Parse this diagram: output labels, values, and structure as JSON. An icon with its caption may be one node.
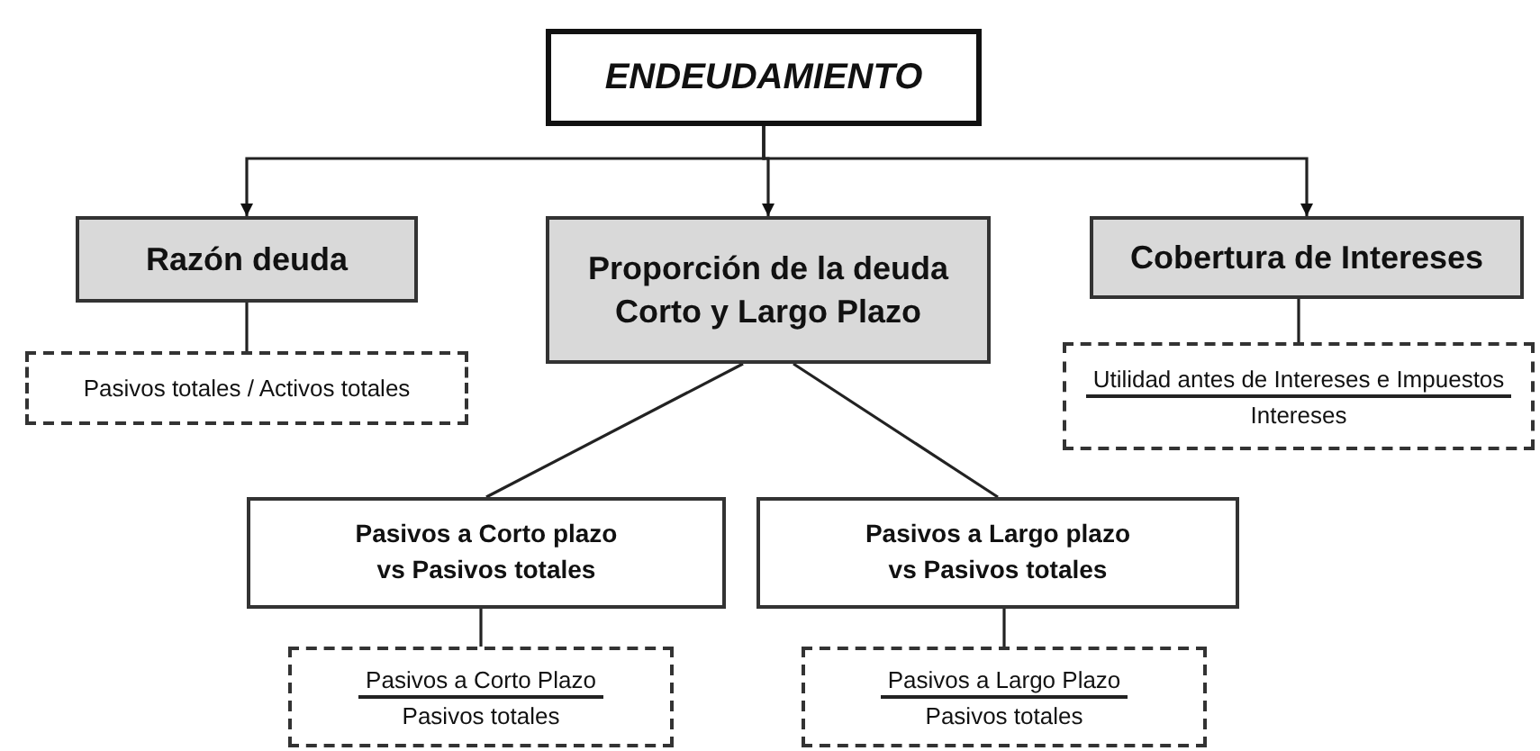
{
  "diagram": {
    "nodes": [
      {
        "text": [
          "ENDEUDAMIENTO"
        ]
      },
      {
        "text": [
          "Razón deuda"
        ]
      },
      {
        "text": [
          "Proporción de la deuda Corto y Largo Plazo"
        ]
      },
      {
        "text": [
          "Cobertura de Intereses"
        ]
      },
      {
        "text": [
          "Pasivos totales / Activos totales"
        ]
      },
      {
        "text": [
          "Utilidad antes de Intereses e Impuestos",
          "Intereses"
        ]
      },
      {
        "text": [
          "Pasivos a Corto plazo vs Pasivos totales"
        ]
      },
      {
        "text": [
          "Pasivos a Largo plazo vs Pasivos totales"
        ]
      },
      {
        "text": [
          "Pasivos a Corto Plazo",
          "Pasivos totales"
        ]
      },
      {
        "text": [
          "Pasivos a Largo Plazo",
          "Pasivos totales"
        ]
      }
    ],
    "edges": [
      {
        "from": 0,
        "to": 1,
        "arrow": "to"
      },
      {
        "from": 0,
        "to": 2,
        "arrow": "to"
      },
      {
        "from": 0,
        "to": 3,
        "arrow": "to"
      },
      {
        "from": 1,
        "to": 4,
        "arrow": "none"
      },
      {
        "from": 3,
        "to": 5,
        "arrow": "none"
      },
      {
        "from": 2,
        "to": 6,
        "arrow": "none"
      },
      {
        "from": 2,
        "to": 7,
        "arrow": "none"
      },
      {
        "from": 6,
        "to": 8,
        "arrow": "none"
      },
      {
        "from": 7,
        "to": 9,
        "arrow": "none"
      }
    ]
  }
}
